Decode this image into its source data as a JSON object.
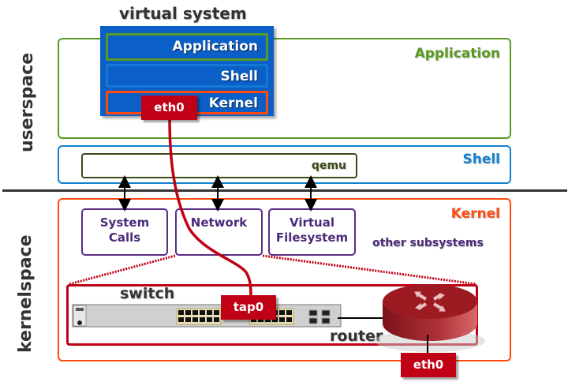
{
  "title": "virtual system",
  "virtual_system": {
    "layers": [
      "Application",
      "Shell",
      "Kernel"
    ],
    "nic": "eth0"
  },
  "side_labels": {
    "userspace": "userspace",
    "kernelspace": "kernelspace"
  },
  "host_layers": {
    "application": {
      "label": "Application",
      "color": "#5a9a22"
    },
    "shell": {
      "label": "Shell",
      "color": "#1381d0"
    },
    "kernel": {
      "label": "Kernel",
      "color": "#ff4a10"
    }
  },
  "qemu": {
    "label": "qemu"
  },
  "subsystems": [
    {
      "label_line1": "System",
      "label_line2": "Calls"
    },
    {
      "label_line1": "Network",
      "label_line2": ""
    },
    {
      "label_line1": "Virtual",
      "label_line2": "Filesystem"
    }
  ],
  "other_subsystems": "other subsystems",
  "network": {
    "switch_label": "switch",
    "tap_label": "tap0",
    "router_label": "router",
    "host_nic": "eth0"
  },
  "colors": {
    "accent_red": "#c00014",
    "purple": "#4b2a7a",
    "vs_blue": "#0b5fc6"
  }
}
